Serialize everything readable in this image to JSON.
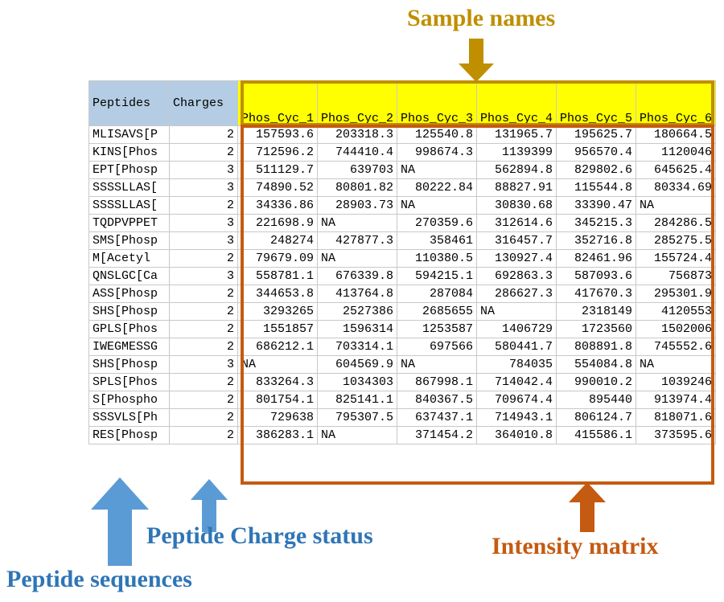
{
  "annotations": {
    "sample_names": "Sample names",
    "peptide_sequences": "Peptide sequences",
    "peptide_charge_status": "Peptide Charge status",
    "intensity_matrix": "Intensity matrix"
  },
  "colors": {
    "sample_names_label": "#bf8f00",
    "blue_label": "#2e75b6",
    "blue_arrow": "#5b9bd5",
    "orange_label": "#c55a11",
    "header_highlight": "#ffff00",
    "header_plain_bg": "#b4cde4",
    "header_outline": "#bf8f00",
    "matrix_outline": "#c55a11"
  },
  "table": {
    "headers": {
      "peptides": "Peptides",
      "charges": "Charges",
      "samples": [
        "Phos_Cyc_1",
        "Phos_Cyc_2",
        "Phos_Cyc_3",
        "Phos_Cyc_4",
        "Phos_Cyc_5",
        "Phos_Cyc_6"
      ]
    },
    "rows": [
      {
        "peptide": "MLISAVS[P",
        "charge": "2",
        "values": [
          "157593.6",
          "203318.3",
          "125540.8",
          "131965.7",
          "195625.7",
          "180664.5"
        ]
      },
      {
        "peptide": "KINS[Phos",
        "charge": "2",
        "values": [
          "712596.2",
          "744410.4",
          "998674.3",
          "1139399",
          "956570.4",
          "1120046"
        ]
      },
      {
        "peptide": "EPT[Phosp",
        "charge": "3",
        "values": [
          "511129.7",
          "639703",
          "NA",
          "562894.8",
          "829802.6",
          "645625.4"
        ]
      },
      {
        "peptide": "SSSSLLAS[",
        "charge": "3",
        "values": [
          "74890.52",
          "80801.82",
          "80222.84",
          "88827.91",
          "115544.8",
          "80334.69"
        ]
      },
      {
        "peptide": "SSSSLLAS[",
        "charge": "2",
        "values": [
          "34336.86",
          "28903.73",
          "NA",
          "30830.68",
          "33390.47",
          "NA"
        ]
      },
      {
        "peptide": "TQDPVPPET",
        "charge": "3",
        "values": [
          "221698.9",
          "NA",
          "270359.6",
          "312614.6",
          "345215.3",
          "284286.5"
        ]
      },
      {
        "peptide": "SMS[Phosp",
        "charge": "3",
        "values": [
          "248274",
          "427877.3",
          "358461",
          "316457.7",
          "352716.8",
          "285275.5"
        ]
      },
      {
        "peptide": "M[Acetyl",
        "charge": "2",
        "values": [
          "79679.09",
          "NA",
          "110380.5",
          "130927.4",
          "82461.96",
          "155724.4"
        ]
      },
      {
        "peptide": "QNSLGC[Ca",
        "charge": "3",
        "values": [
          "558781.1",
          "676339.8",
          "594215.1",
          "692863.3",
          "587093.6",
          "756873"
        ]
      },
      {
        "peptide": "ASS[Phosp",
        "charge": "2",
        "values": [
          "344653.8",
          "413764.8",
          "287084",
          "286627.3",
          "417670.3",
          "295301.9"
        ]
      },
      {
        "peptide": "SHS[Phosp",
        "charge": "2",
        "values": [
          "3293265",
          "2527386",
          "2685655",
          "NA",
          "2318149",
          "4120553"
        ]
      },
      {
        "peptide": "GPLS[Phos",
        "charge": "2",
        "values": [
          "1551857",
          "1596314",
          "1253587",
          "1406729",
          "1723560",
          "1502006"
        ]
      },
      {
        "peptide": "IWEGMESSG",
        "charge": "2",
        "values": [
          "686212.1",
          "703314.1",
          "697566",
          "580441.7",
          "808891.8",
          "745552.6"
        ]
      },
      {
        "peptide": "SHS[Phosp",
        "charge": "3",
        "values": [
          "NA",
          "604569.9",
          "NA",
          "784035",
          "554084.8",
          "NA"
        ]
      },
      {
        "peptide": "SPLS[Phos",
        "charge": "2",
        "values": [
          "833264.3",
          "1034303",
          "867998.1",
          "714042.4",
          "990010.2",
          "1039246"
        ]
      },
      {
        "peptide": "S[Phospho",
        "charge": "2",
        "values": [
          "801754.1",
          "825141.1",
          "840367.5",
          "709674.4",
          "895440",
          "913974.4"
        ]
      },
      {
        "peptide": "SSSVLS[Ph",
        "charge": "2",
        "values": [
          "729638",
          "795307.5",
          "637437.1",
          "714943.1",
          "806124.7",
          "818071.6"
        ]
      },
      {
        "peptide": "RES[Phosp",
        "charge": "2",
        "values": [
          "386283.1",
          "NA",
          "371454.2",
          "364010.8",
          "415586.1",
          "373595.6"
        ]
      }
    ]
  }
}
